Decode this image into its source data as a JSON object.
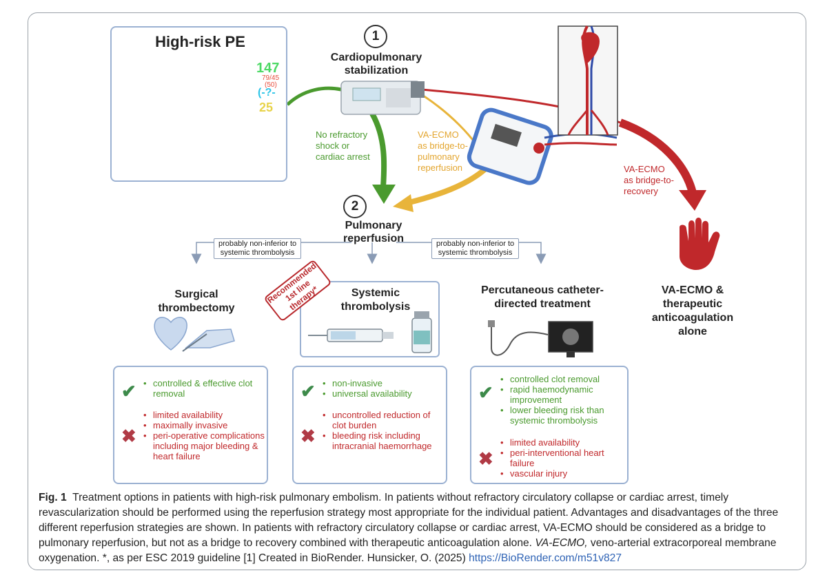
{
  "high_risk": {
    "title": "High-risk PE",
    "monitor_values": [
      "147",
      "79/45",
      "(50)",
      "(-?-",
      "25"
    ]
  },
  "step1": {
    "number": "1",
    "title_line1": "Cardiopulmonary",
    "title_line2": "stabilization"
  },
  "step2": {
    "number": "2",
    "title_line1": "Pulmonary",
    "title_line2": "reperfusion"
  },
  "paths": {
    "green": [
      "No refractory",
      "shock or",
      "cardiac arrest"
    ],
    "yellow": [
      "VA-ECMO",
      "as bridge-to-",
      "pulmonary",
      "reperfusion"
    ],
    "red": [
      "VA-ECMO",
      "as bridge-to-",
      "recovery"
    ]
  },
  "notes": {
    "left": [
      "probably non-inferior to",
      "systemic thrombolysis"
    ],
    "right": [
      "probably non-inferior to",
      "systemic thrombolysis"
    ]
  },
  "badge": {
    "line1": "Recommended",
    "line2": "1st line therapy*"
  },
  "strategies": {
    "surgical": {
      "title_line1": "Surgical",
      "title_line2": "thrombectomy",
      "pros": [
        "controlled & effective clot removal"
      ],
      "cons": [
        "limited availability",
        "maximally invasive",
        "peri-operative complications including major bleeding & heart failure"
      ]
    },
    "systemic": {
      "title_line1": "Systemic",
      "title_line2": "thrombolysis",
      "pros": [
        "non-invasive",
        "universal availability"
      ],
      "cons": [
        "uncontrolled reduction of clot burden",
        "bleeding risk including intracranial haemorrhage"
      ]
    },
    "catheter": {
      "title_line1": "Percutaneous catheter-",
      "title_line2": "directed treatment",
      "pros": [
        "controlled clot removal",
        "rapid haemodynamic improvement",
        "lower bleeding risk than systemic thrombolysis"
      ],
      "cons": [
        "limited availability",
        "peri-interventional heart failure",
        "vascular injury"
      ]
    }
  },
  "va_alone": {
    "line1": "VA-ECMO &",
    "line2": "therapeutic",
    "line3": "anticoagulation",
    "line4": "alone"
  },
  "caption": {
    "label": "Fig. 1",
    "text": "Treatment options in patients with high-risk pulmonary embolism. In patients without refractory circulatory collapse or cardiac arrest, timely revascularization should be performed using the reperfusion strategy most appropriate for the individual patient. Advantages and disadvantages of the three different reperfusion strategies are shown. In patients with refractory circulatory collapse or cardiac arrest, VA-ECMO should be considered as a bridge to pulmonary reperfusion, but not as a bridge to recovery combined with therapeutic anticoagulation alone. ",
    "abbr": "VA-ECMO,",
    "text2": " veno-arterial extracorporeal membrane oxygenation. *, as per ESC 2019 guideline [1] Created in BioRender. Hunsicker, O. (2025) ",
    "link": "https://BioRender.com/m51v827"
  },
  "colors": {
    "green": "#4a9a2e",
    "yellow": "#e8b43a",
    "red": "#c0282b",
    "box_border": "#9bb1d2"
  }
}
